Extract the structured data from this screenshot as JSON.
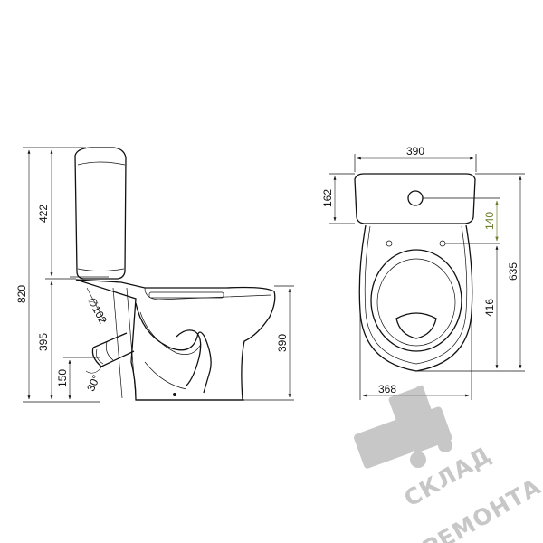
{
  "side_view": {
    "dims": {
      "total_height": "820",
      "tank_height": "422",
      "seat_height": "395",
      "outlet_height": "150",
      "outlet_diameter": "∅102",
      "outlet_angle": "30°",
      "bowl_height": "390"
    }
  },
  "top_view": {
    "dims": {
      "tank_width": "390",
      "tank_depth": "162",
      "hole_offset": "140",
      "bowl_length": "635",
      "hole_to_front": "416",
      "bowl_width": "368"
    }
  },
  "watermark": {
    "line1": "СКЛАД",
    "line2": "РЕМОНТА"
  },
  "colors": {
    "line": "#111111",
    "accent_dim": "#6b7d2a",
    "watermark": "#9a9a9a"
  }
}
